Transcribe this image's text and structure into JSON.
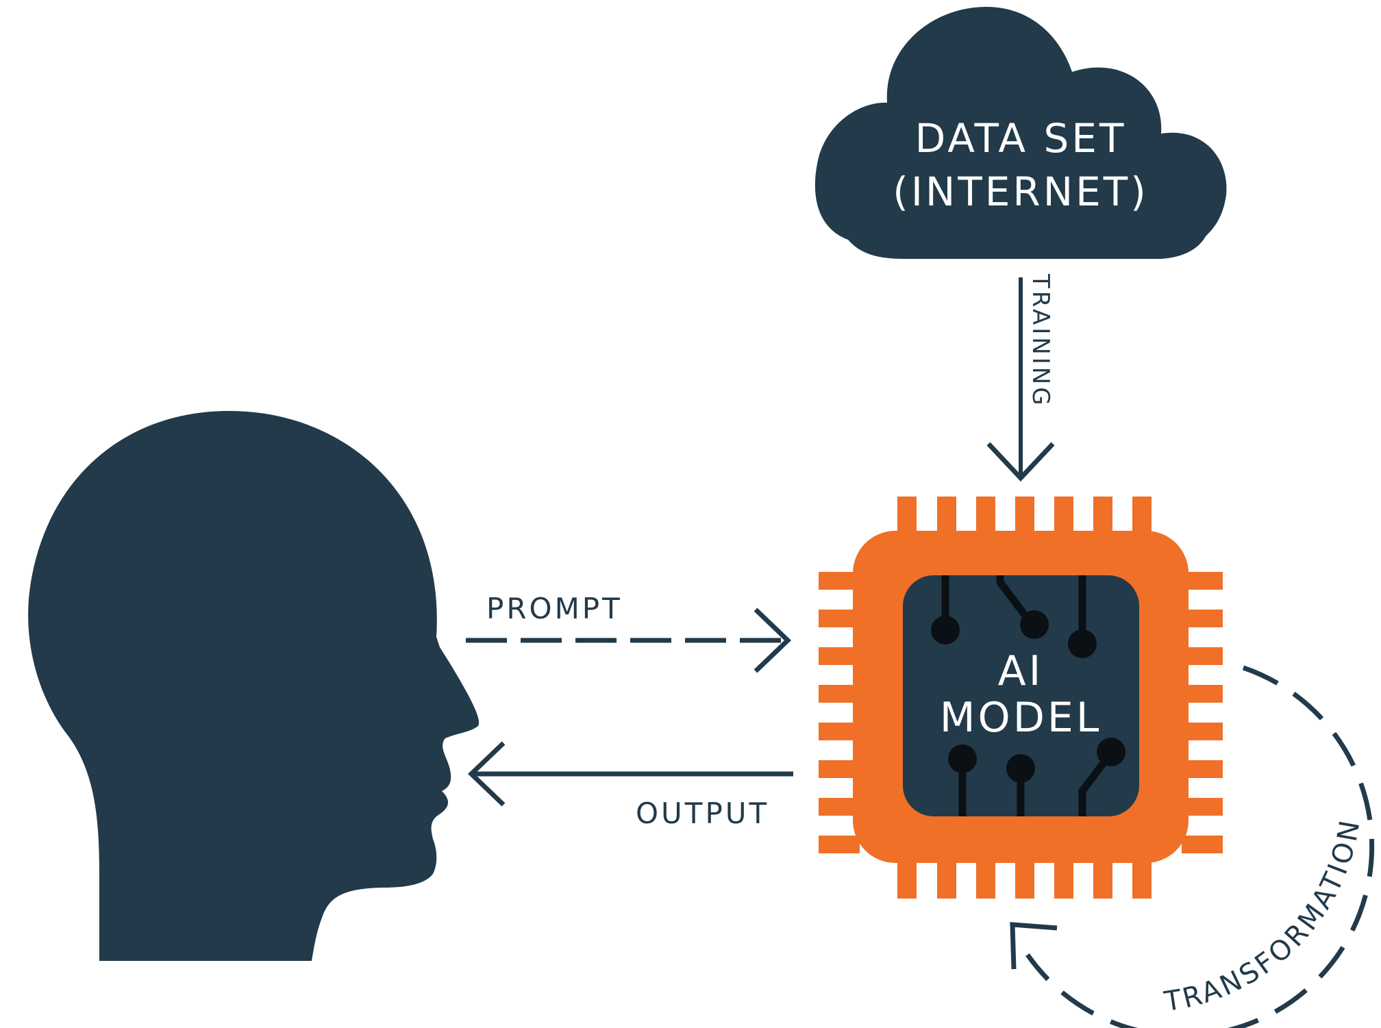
{
  "colors": {
    "navy": "#223a4a",
    "orange": "#f07028",
    "white": "#ffffff",
    "dark": "#0b1015"
  },
  "cloud": {
    "line1": "DATA SET",
    "line2": "(INTERNET)"
  },
  "chip": {
    "line1": "AI",
    "line2": "MODEL"
  },
  "arrows": {
    "training": "TRAINING",
    "prompt": "PROMPT",
    "output": "OUTPUT",
    "transformation": "TRANSFORMATION"
  },
  "icons": {
    "head": "human-head-icon",
    "cloud": "cloud-icon",
    "chip": "microchip-icon"
  }
}
